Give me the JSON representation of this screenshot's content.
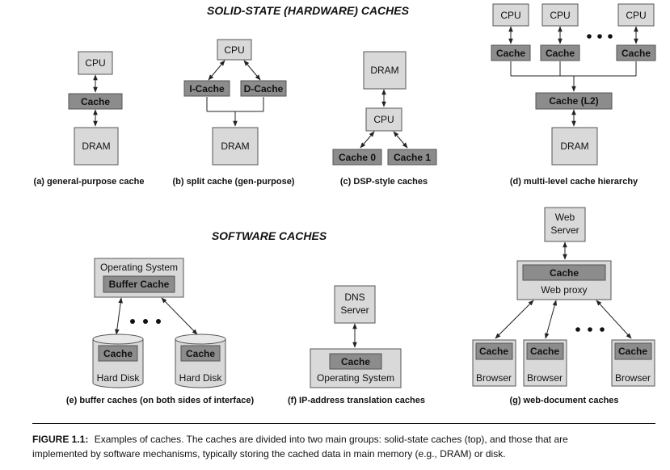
{
  "sections": {
    "hardware": "SOLID-STATE (HARDWARE) CACHES",
    "software": "SOFTWARE CACHES"
  },
  "labels": {
    "cpu": "CPU",
    "cache": "Cache",
    "dram": "DRAM",
    "i_cache": "I-Cache",
    "d_cache": "D-Cache",
    "cache_0": "Cache 0",
    "cache_1": "Cache 1",
    "cache_l2": "Cache (L2)",
    "operating_system": "Operating System",
    "buffer_cache": "Buffer Cache",
    "hard_disk": "Hard Disk",
    "dns_l1": "DNS",
    "dns_l2": "Server",
    "web_l1": "Web",
    "web_l2": "Server",
    "web_proxy": "Web proxy",
    "browser": "Browser"
  },
  "captions": {
    "a": "(a) general-purpose cache",
    "b": "(b) split cache (gen-purpose)",
    "c": "(c) DSP-style caches",
    "d": "(d) multi-level cache hierarchy",
    "e": "(e) buffer caches (on both sides of interface)",
    "f": "(f) IP-address translation caches",
    "g": "(g) web-document caches"
  },
  "figure": {
    "label": "FIGURE 1.1:",
    "text_line1": "Examples of caches. The caches are divided into two main groups: solid-state caches (top), and those that are",
    "text_line2": "implemented by software mechanisms, typically storing the cached data in main memory (e.g., DRAM) or disk."
  },
  "colors": {
    "light_box": "#d9d9d9",
    "dark_box": "#8c8c8c",
    "border": "#555555"
  }
}
